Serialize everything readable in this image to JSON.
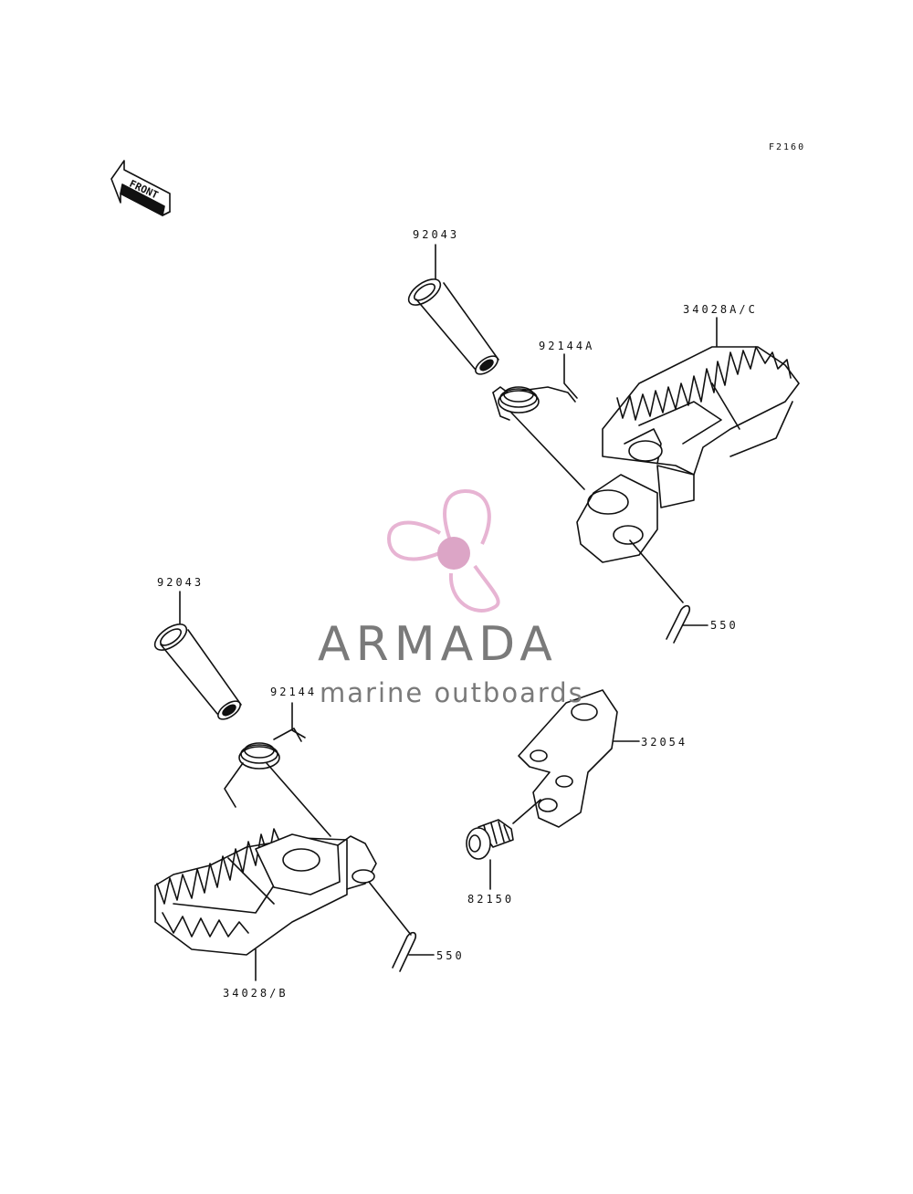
{
  "figure_code": "F2160",
  "front_marker": "FRONT",
  "part_labels": {
    "pin_upper": "92043",
    "footpeg_right": "34028A/C",
    "spring_right": "92144A",
    "cotter_pin_right": "550",
    "pin_lower": "92043",
    "spring_left": "92144",
    "bracket": "32054",
    "bolt": "82150",
    "cotter_pin_left": "550",
    "footpeg_left": "34028/B"
  },
  "watermark": {
    "brand_name": "ARMADA",
    "tagline": "marine outboards",
    "colors": {
      "logo_pink": "#e7b4d3",
      "logo_dot": "#dca5c6",
      "text_gray": "#7a7a7a"
    }
  }
}
